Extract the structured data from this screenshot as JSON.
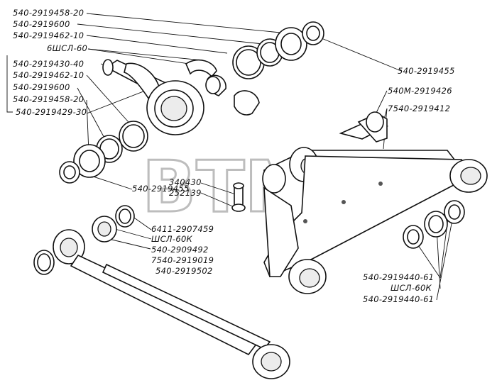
{
  "watermark": {
    "text": "BTM",
    "mark": "®"
  },
  "labels": {
    "l1": "540-2919458-20",
    "l2": "540-2919600",
    "l3": "540-2919462-10",
    "l4": "6ШСЛ-60",
    "l5": "540-2919430-40",
    "l6": "540-2919462-10",
    "l7": "540-2919600",
    "l8": "540-2919458-20",
    "l9": "540-2919429-30",
    "r1": "540-2919455",
    "r2": "540M-2919426",
    "r3": "7540-2919412",
    "c1": "540-2919455",
    "c2": "340430",
    "c3": "252139",
    "m1": "6411-2907459",
    "m2": "ШСЛ-60К",
    "m3": "540-2909492",
    "m4": "7540-2919019",
    "m5": "540-2919502",
    "b1": "540-2919440-61",
    "b2": "ШСЛ-60К",
    "b3": "540-2919440-61"
  }
}
